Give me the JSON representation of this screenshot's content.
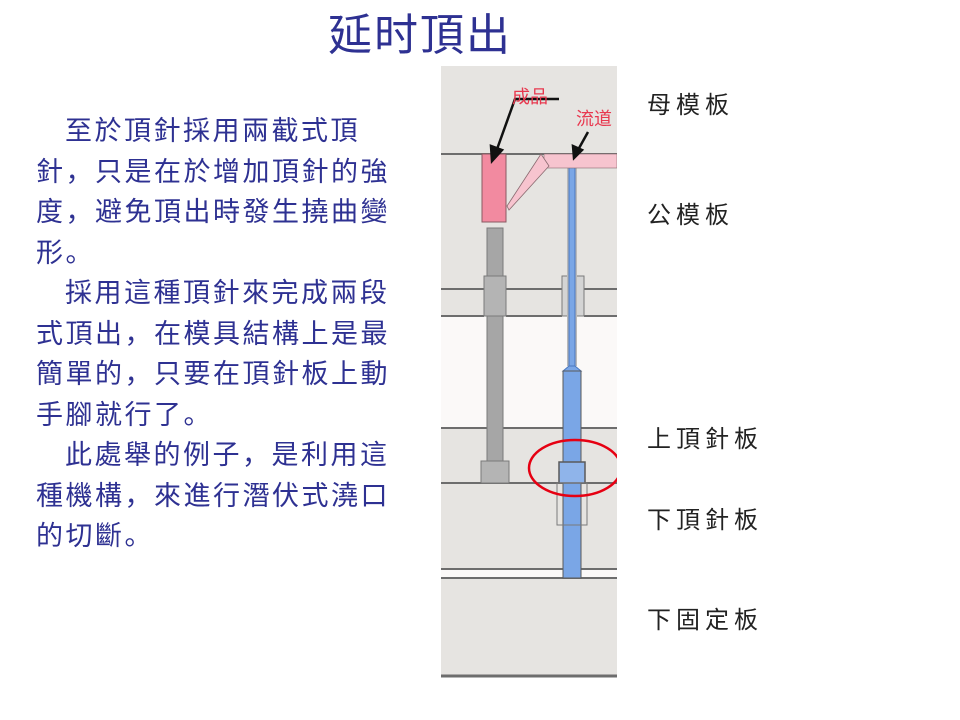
{
  "slide": {
    "title": "延时頂出",
    "paragraphs": [
      "至於頂針採用兩截式頂針，只是在於增加頂針的強度，避免頂出時發生撓曲變形。",
      "採用這種頂針來完成兩段式頂出，在模具結構上是最簡單的，只要在頂針板上動手腳就行了。",
      "此處舉的例子，是利用這種機構，來進行潛伏式澆口的切斷。"
    ]
  },
  "diagram": {
    "callouts": {
      "product": "成品",
      "runner": "流道"
    },
    "plate_labels": {
      "cavity_plate": "母模板",
      "core_plate": "公模板",
      "upper_ejector_plate": "上頂針板",
      "lower_ejector_plate": "下頂針板",
      "bottom_clamp_plate": "下固定板"
    },
    "colors": {
      "plate_fill": "#e6e4e1",
      "plate_line": "#6d6d6d",
      "product_fill": "#f28aa0",
      "runner_fill": "#f7c4cf",
      "blue_pin": "#7aa6e6",
      "gray_pin": "#a6a6a6",
      "highlight_circle": "#e60012",
      "title_color": "#2e3192"
    }
  }
}
